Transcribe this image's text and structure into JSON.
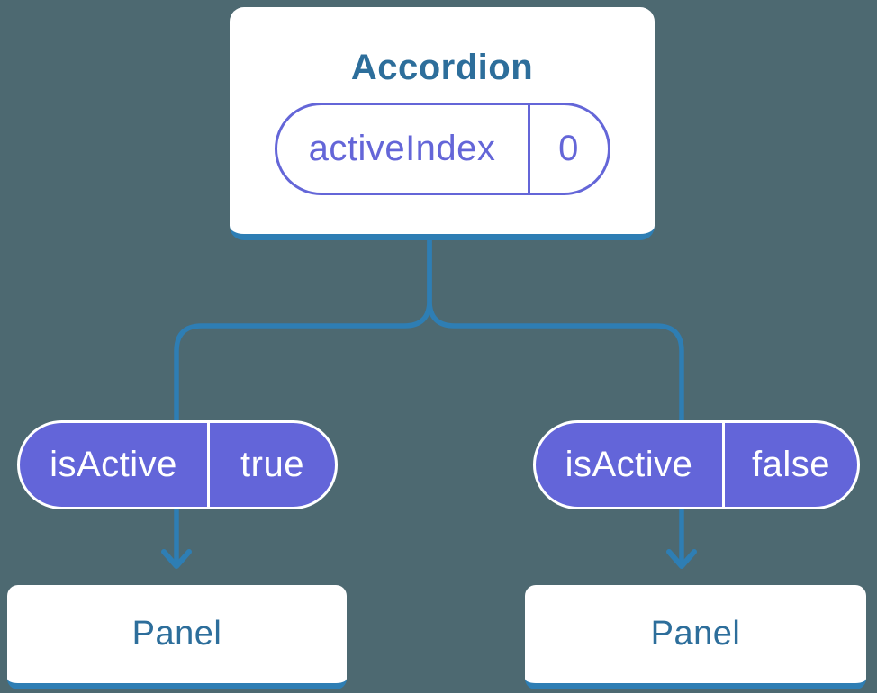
{
  "colors": {
    "bg": "#4d6971",
    "line": "#2e7eb4",
    "card-bg": "#ffffff",
    "heading": "#2d6e9b",
    "purple": "#6365d9",
    "purple-text": "#6466d8",
    "pill-text": "#ffffff"
  },
  "diagram": {
    "accordion": {
      "title": "Accordion",
      "state": {
        "name": "activeIndex",
        "value": "0"
      }
    },
    "branches": [
      {
        "prop": {
          "name": "isActive",
          "value": "true"
        },
        "child": "Panel"
      },
      {
        "prop": {
          "name": "isActive",
          "value": "false"
        },
        "child": "Panel"
      }
    ]
  }
}
